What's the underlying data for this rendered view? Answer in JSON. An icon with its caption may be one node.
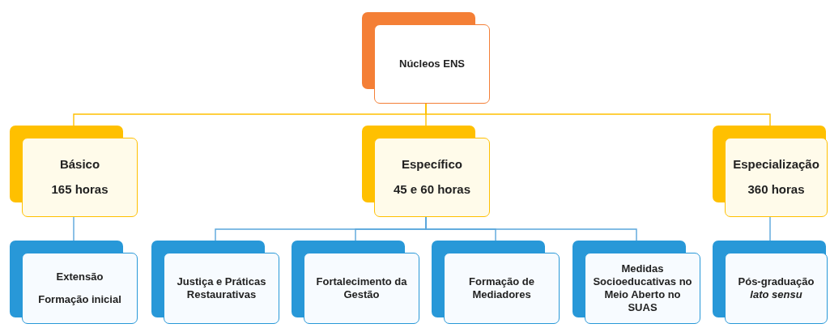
{
  "diagram": {
    "nodes": [
      {
        "text": [
          "Núcleos ENS"
        ]
      },
      {
        "text": [
          "Básico",
          "165 horas"
        ]
      },
      {
        "text": [
          "Específico",
          "45 e 60 horas"
        ]
      },
      {
        "text": [
          "Especialização",
          "360 horas"
        ]
      },
      {
        "text": [
          "Extensão",
          "Formação inicial"
        ]
      },
      {
        "text": [
          "Justiça e Práticas Restaurativas"
        ]
      },
      {
        "text": [
          "Fortalecimento da Gestão"
        ]
      },
      {
        "text": [
          "Formação de Mediadores"
        ]
      },
      {
        "text": [
          "Medidas Socioeducativas no Meio Aberto no SUAS"
        ]
      },
      {
        "text": [
          "Pós-graduação *lato sensu*"
        ]
      }
    ],
    "edges": [
      {
        "from": 0,
        "to": 1,
        "arrow": "none",
        "color": "#ffc000"
      },
      {
        "from": 0,
        "to": 2,
        "arrow": "none",
        "color": "#ffc000"
      },
      {
        "from": 0,
        "to": 3,
        "arrow": "none",
        "color": "#ffc000"
      },
      {
        "from": 1,
        "to": 4,
        "arrow": "none"
      },
      {
        "from": 2,
        "to": 5,
        "arrow": "none"
      },
      {
        "from": 2,
        "to": 6,
        "arrow": "none"
      },
      {
        "from": 2,
        "to": 7,
        "arrow": "none"
      },
      {
        "from": 2,
        "to": 8,
        "arrow": "none"
      },
      {
        "from": 3,
        "to": 9,
        "arrow": "none"
      }
    ]
  }
}
